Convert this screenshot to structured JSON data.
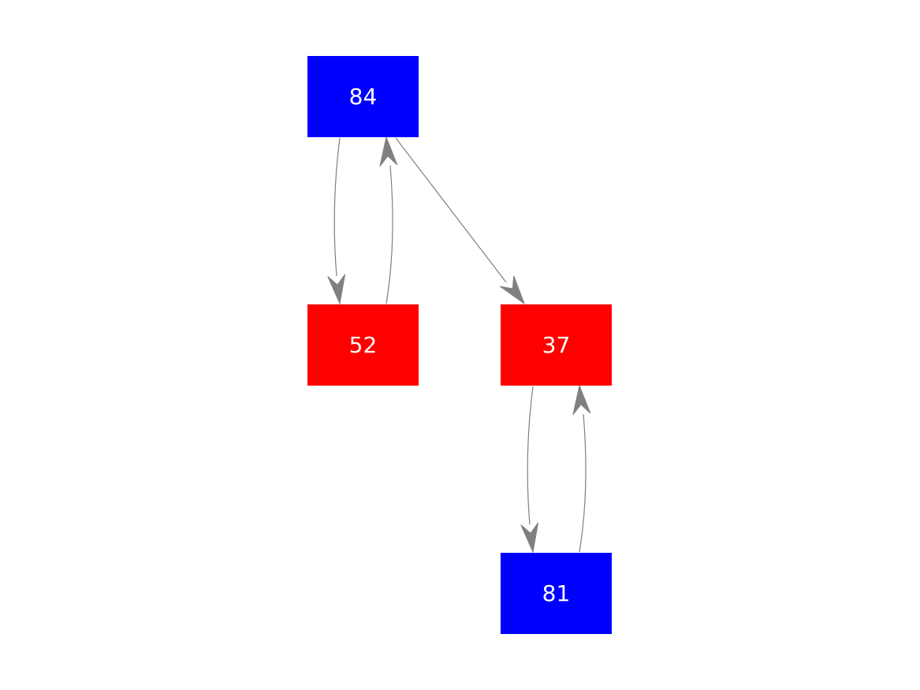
{
  "diagram": {
    "nodes": [
      {
        "id": "n84",
        "label": "84",
        "color": "#0000ff"
      },
      {
        "id": "n52",
        "label": "52",
        "color": "#ff0000"
      },
      {
        "id": "n37",
        "label": "37",
        "color": "#ff0000"
      },
      {
        "id": "n81",
        "label": "81",
        "color": "#0000ff"
      }
    ],
    "edges": [
      {
        "from": "n84",
        "to": "n52"
      },
      {
        "from": "n52",
        "to": "n84"
      },
      {
        "from": "n84",
        "to": "n37"
      },
      {
        "from": "n37",
        "to": "n81"
      },
      {
        "from": "n81",
        "to": "n37"
      }
    ],
    "edge_color": "#808080"
  }
}
